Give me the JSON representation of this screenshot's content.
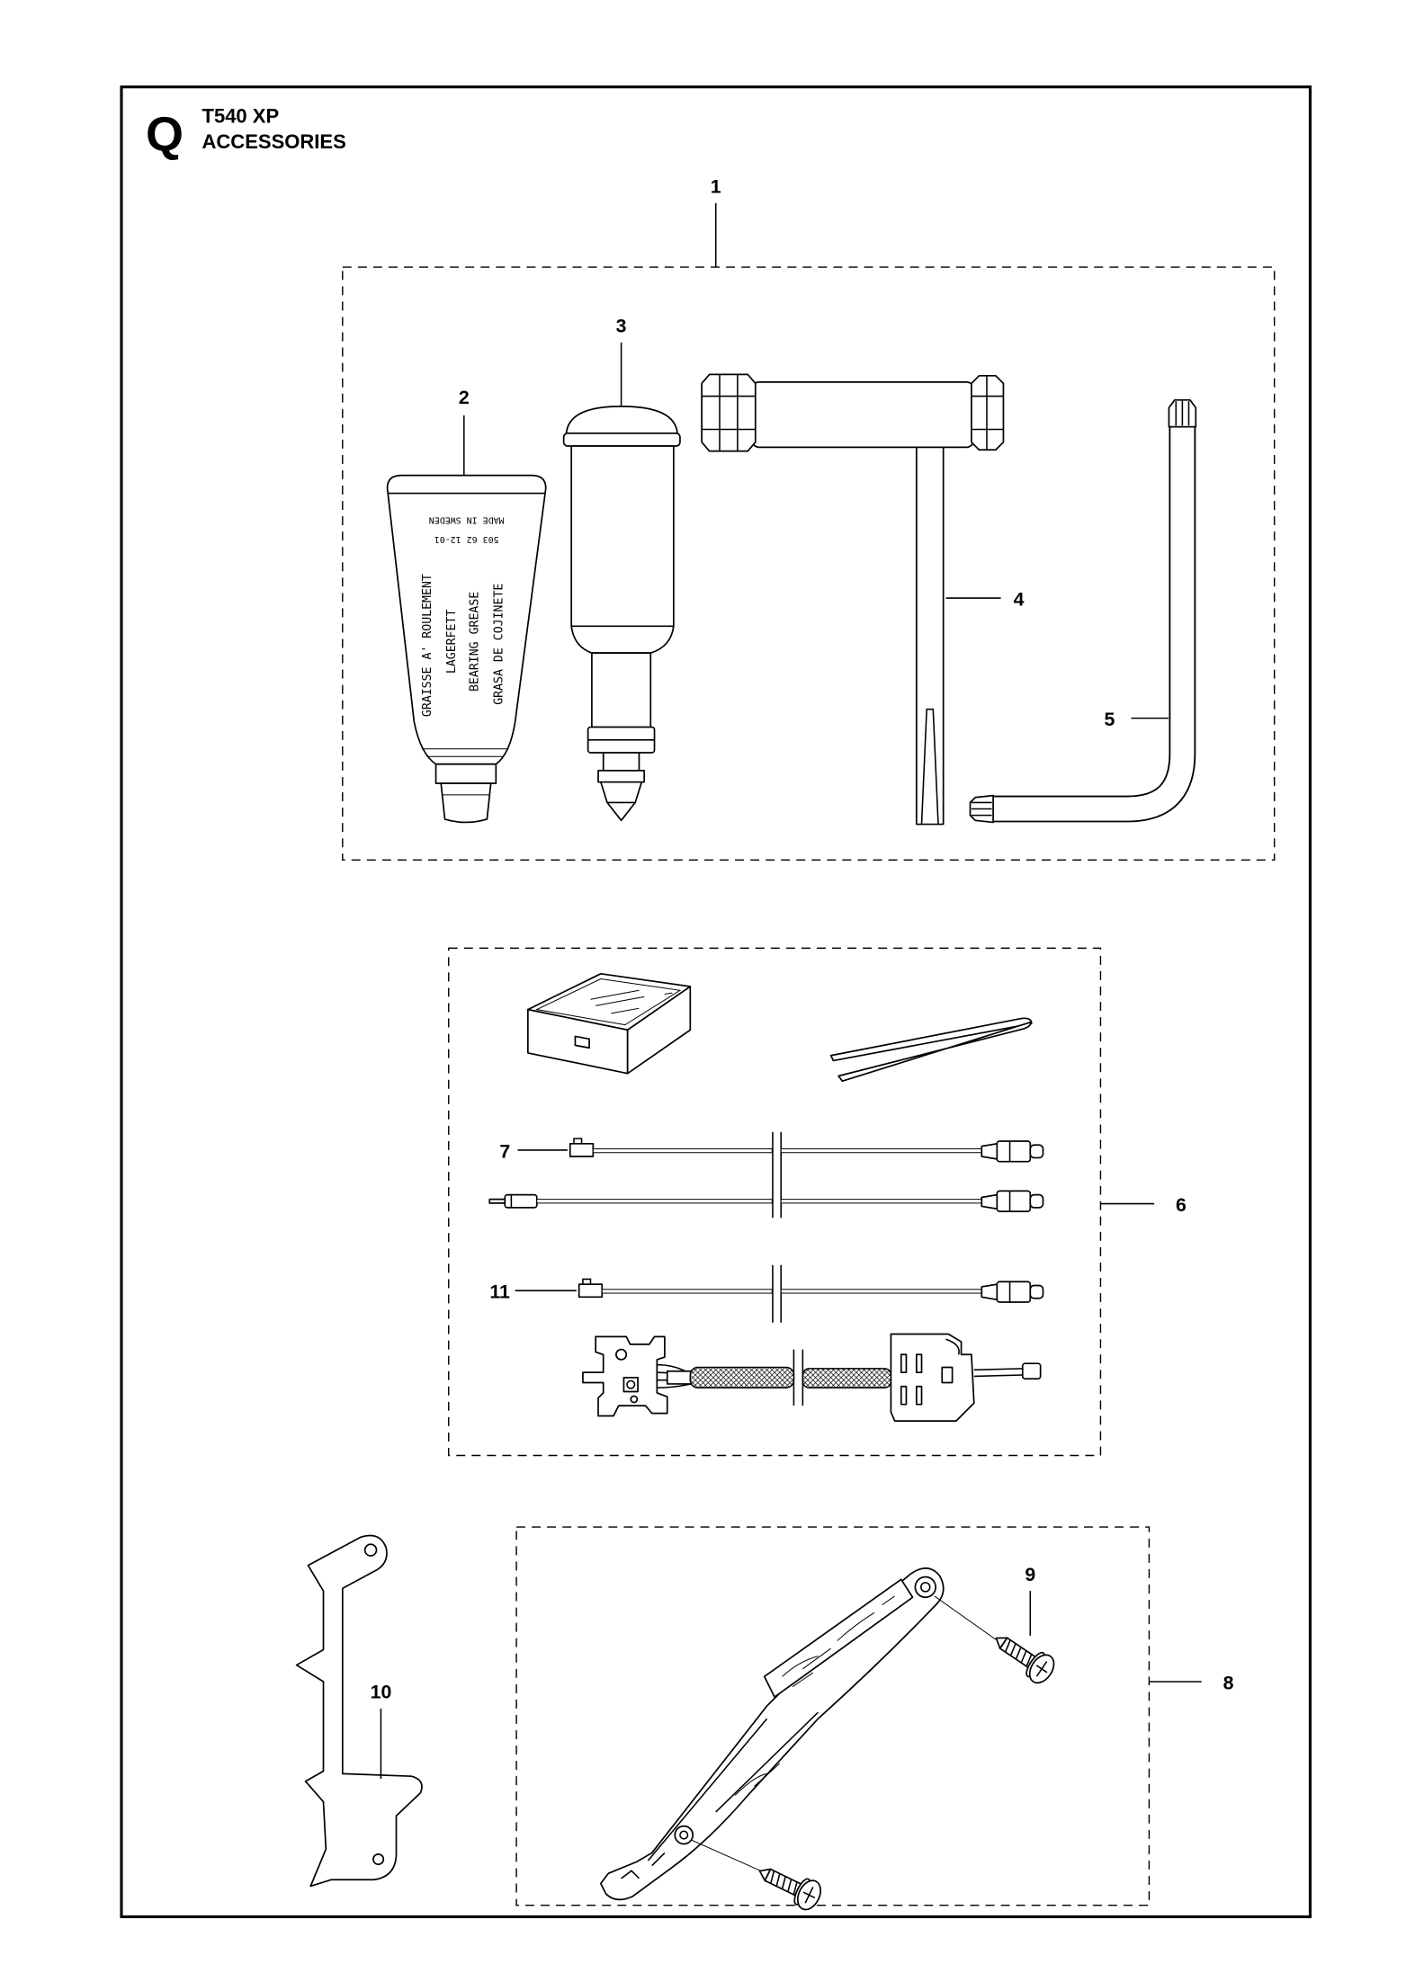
{
  "header": {
    "section_letter": "Q",
    "model": "T540 XP",
    "title": "ACCESSORIES"
  },
  "callouts": {
    "c1": "1",
    "c2": "2",
    "c3": "3",
    "c4": "4",
    "c5": "5",
    "c6": "6",
    "c7": "7",
    "c8": "8",
    "c9": "9",
    "c10": "10",
    "c11": "11"
  },
  "grease_tube": {
    "label_lines": [
      "GRAISSE A' ROULEMENT",
      "LAGERFETT",
      "BEARING GREASE",
      "GRASA DE COJINETE"
    ],
    "origin": "MADE IN SWEDEN",
    "part_number": "503 62 12-01"
  },
  "colors": {
    "line": "#000000",
    "paper": "#ffffff"
  }
}
